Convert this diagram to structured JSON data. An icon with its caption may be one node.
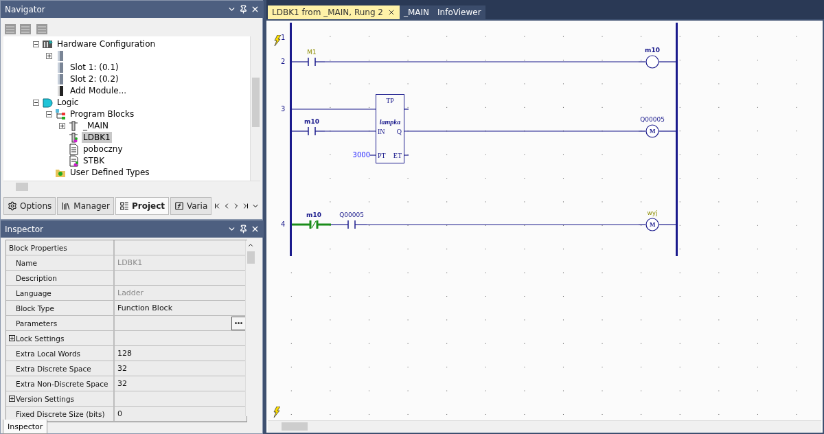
{
  "diagram": {
    "nodes": [
      {
        "text": [],
        "shape": "bar"
      },
      {
        "text": [],
        "shape": "bar"
      },
      {
        "text": [
          "M1"
        ]
      },
      {
        "text": [
          "m10"
        ]
      },
      {
        "text": [
          "TP",
          "lampka",
          "IN",
          "Q",
          "PT",
          "ET"
        ]
      },
      {
        "text": [
          "m10"
        ]
      },
      {
        "text": [
          "3000"
        ]
      },
      {
        "text": [
          "Q00005",
          "M"
        ]
      },
      {
        "text": [
          "m10"
        ]
      },
      {
        "text": [
          "Q00005"
        ]
      },
      {
        "text": [
          "wyj",
          "M"
        ]
      }
    ],
    "edges": [
      {
        "from": 0,
        "to": 2,
        "arrow": "none"
      },
      {
        "from": 2,
        "to": 3,
        "arrow": "none"
      },
      {
        "from": 3,
        "to": 1,
        "arrow": "none"
      },
      {
        "from": 0,
        "to": 4,
        "arrow": "none"
      },
      {
        "from": 0,
        "to": 5,
        "arrow": "none"
      },
      {
        "from": 5,
        "to": 4,
        "arrow": "none"
      },
      {
        "from": 4,
        "to": 7,
        "arrow": "none"
      },
      {
        "from": 7,
        "to": 1,
        "arrow": "none"
      },
      {
        "from": 6,
        "to": 4,
        "arrow": "none"
      },
      {
        "from": 0,
        "to": 8,
        "arrow": "none",
        "style": "thick",
        "color": "#1a8c1a"
      },
      {
        "from": 8,
        "to": 9,
        "arrow": "none"
      },
      {
        "from": 9,
        "to": 10,
        "arrow": "none"
      },
      {
        "from": 10,
        "to": 1,
        "arrow": "none"
      }
    ],
    "labels": [
      "Navigator",
      "Hardware Configuration",
      "Slot 1: (0.1)",
      "Slot 2: (0.2)",
      "Add Module...",
      "Logic",
      "Program Blocks",
      "_MAIN",
      "LDBK1",
      "poboczny",
      "STBK",
      "User Defined Types",
      "Options",
      "Manager",
      "Project",
      "Varia",
      "Inspector",
      "Block Properties",
      "Name",
      "LDBK1",
      "Description",
      "Language",
      "Ladder",
      "Block Type",
      "Function Block",
      "Parameters",
      "Lock Settings",
      "Extra Local Words",
      "128",
      "Extra Discrete Space",
      "32",
      "Extra Non-Discrete Space",
      "32",
      "Version Settings",
      "Fixed Discrete Size (bits)",
      "0",
      "Inspector",
      "LDBK1 from _MAIN, Rung 2",
      "_MAIN",
      "InfoViewer",
      "1",
      "2",
      "3",
      "4"
    ]
  }
}
